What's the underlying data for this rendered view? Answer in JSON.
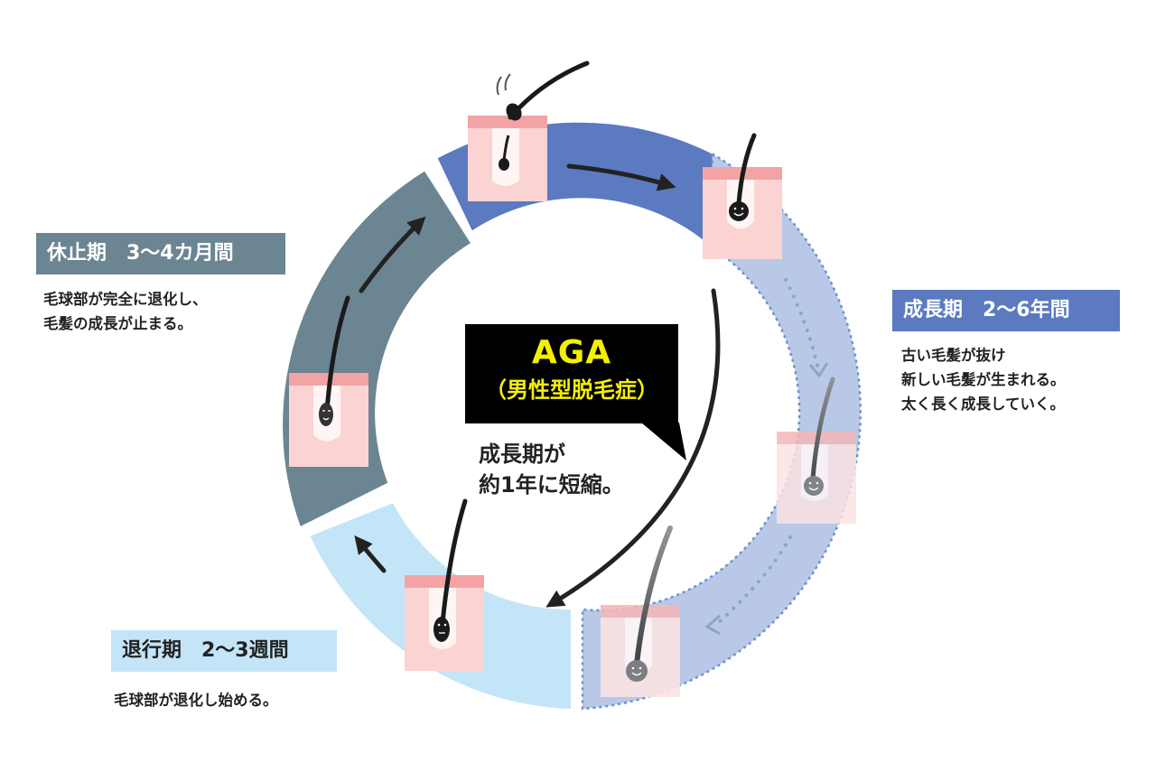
{
  "phases": {
    "anagen": {
      "label": "成長期　2〜6年間",
      "desc": [
        "古い毛髪が抜け",
        "新しい毛髪が生まれる。",
        "太く長く成長していく。"
      ],
      "color": "#5b7ac0",
      "ring_color": "#b8c8e6"
    },
    "catagen": {
      "label": "退行期　2〜3週間",
      "desc": [
        "毛球部が退化し始める。"
      ],
      "color": "#c4e5f7"
    },
    "telogen": {
      "label": "休止期　3〜4カ月間",
      "desc": [
        "毛球部が完全に退化し、",
        "毛髪の成長が止まる。"
      ],
      "color": "#6b8593"
    }
  },
  "aga": {
    "title": "AGA",
    "subtitle": "（男性型脱毛症）",
    "note": [
      "成長期が",
      "約1年に短縮。"
    ]
  },
  "colors": {
    "skin": "#fbd3d3",
    "skin_top": "#f3a3a3",
    "hair": "#1a1a1a",
    "arrow": "#222222",
    "aga_text": "#f5f000"
  }
}
